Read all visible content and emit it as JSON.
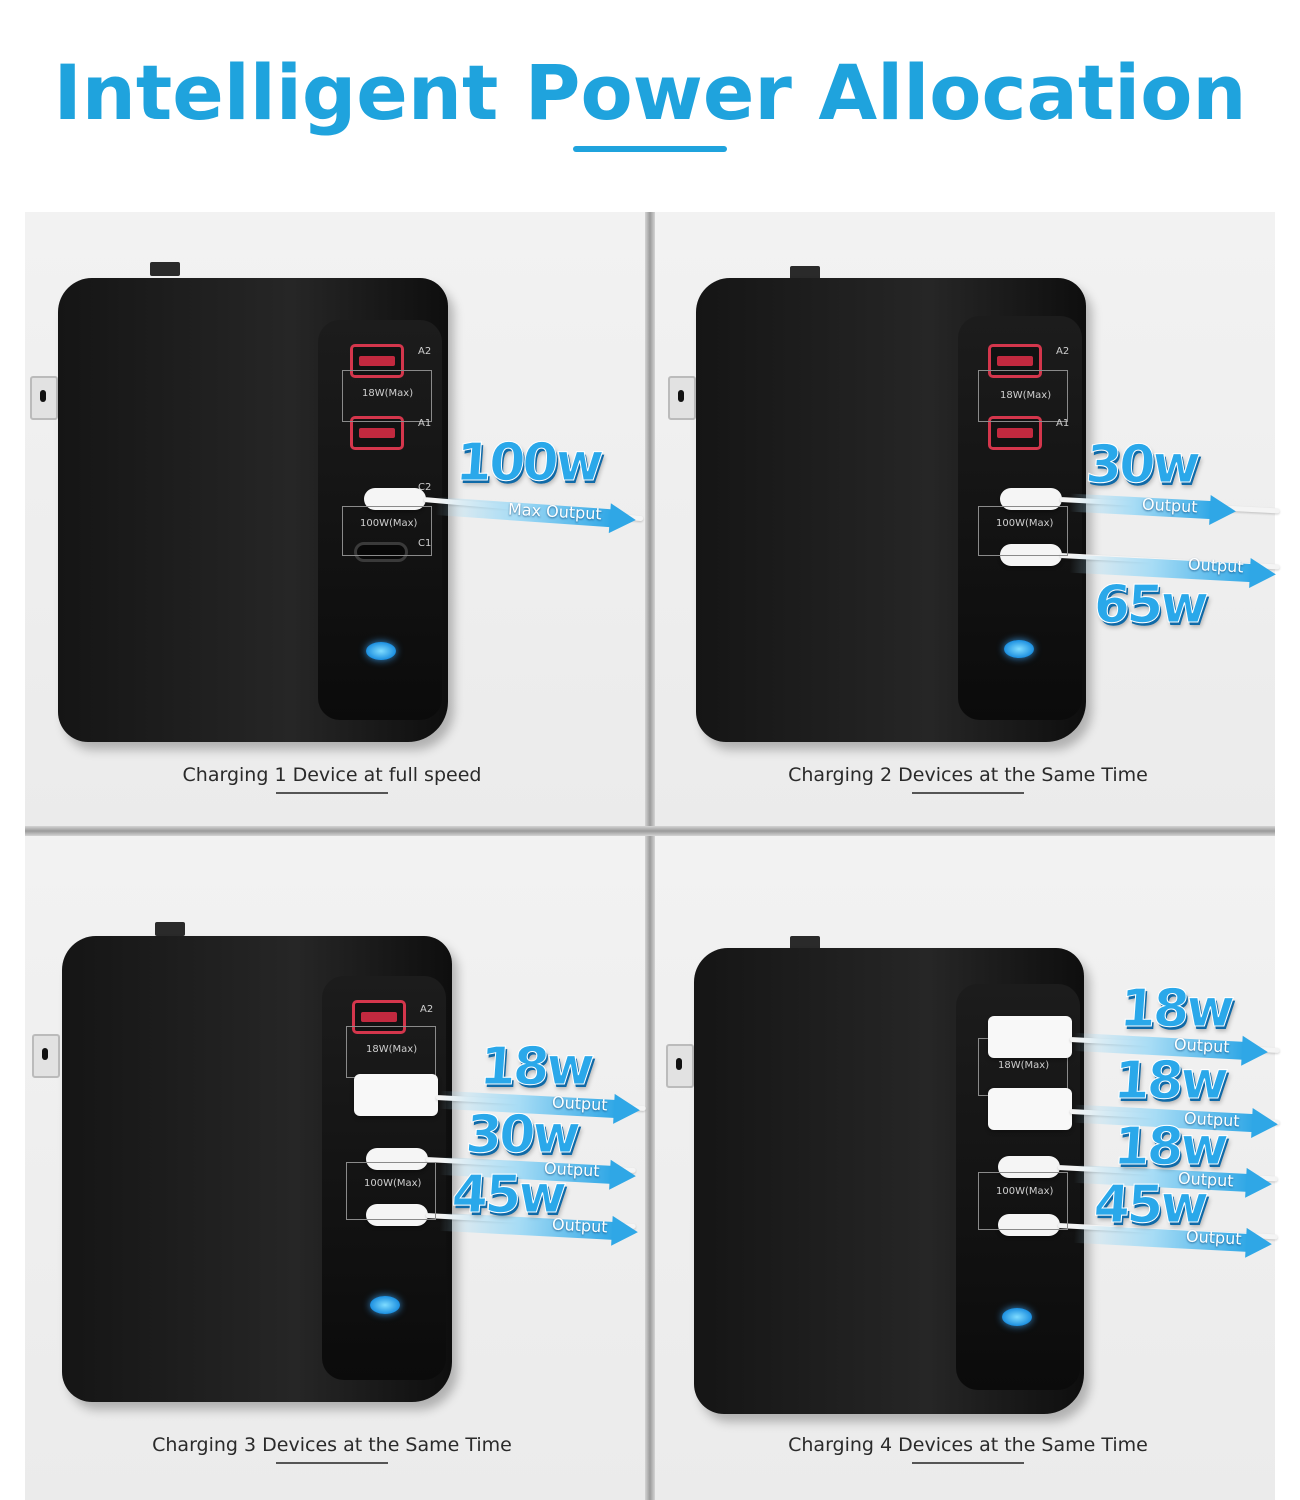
{
  "title": "Intelligent Power Allocation",
  "colors": {
    "accent": "#1fa3dd",
    "arrow": "#2fa7e6",
    "led": "#1c8fe0"
  },
  "port_labels": {
    "a2": "A2",
    "a1": "A1",
    "c2": "C2",
    "c1": "C1",
    "usb_a_group": "18W(Max)",
    "usb_c_group": "100W(Max)"
  },
  "panels": [
    {
      "caption": "Charging 1 Device at full speed",
      "outputs": [
        {
          "watt": "100w",
          "label": "Max Output"
        }
      ]
    },
    {
      "caption": "Charging 2 Devices at the Same Time",
      "outputs": [
        {
          "watt": "30w",
          "label": "Output"
        },
        {
          "watt": "65w",
          "label": "Output"
        }
      ]
    },
    {
      "caption": "Charging 3 Devices at the Same Time",
      "outputs": [
        {
          "watt": "18w",
          "label": "Output"
        },
        {
          "watt": "30w",
          "label": "Output"
        },
        {
          "watt": "45w",
          "label": "Output"
        }
      ]
    },
    {
      "caption": "Charging 4 Devices at the Same Time",
      "outputs": [
        {
          "watt": "18w",
          "label": "Output"
        },
        {
          "watt": "18w",
          "label": "Output"
        },
        {
          "watt": "18w",
          "label": "Output"
        },
        {
          "watt": "45w",
          "label": "Output"
        }
      ]
    }
  ]
}
